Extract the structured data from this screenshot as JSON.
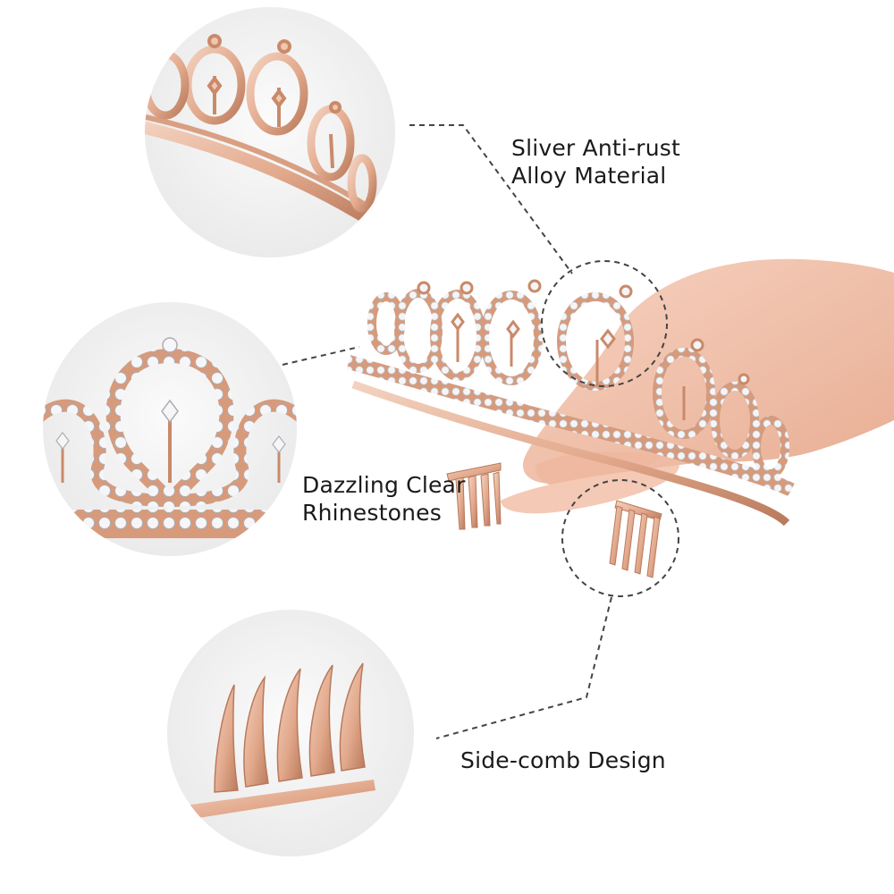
{
  "features": {
    "material": {
      "line1": "Sliver Anti-rust",
      "line2": "Alloy Material",
      "icon": "tiara-crown-closeup"
    },
    "rhinestones": {
      "line1": "Dazzling Clear",
      "line2": "Rhinestones",
      "icon": "rhinestone-arch-closeup"
    },
    "comb": {
      "line1": "Side-comb Design",
      "icon": "side-comb-closeup"
    }
  },
  "colors": {
    "rose_gold": "#e2a98c",
    "rose_gold_dark": "#b97a5c",
    "rose_gold_light": "#f3d2c0",
    "rhinestone": "#f4f4f6",
    "skin": "#f1c3ad",
    "circle_bg": "#efefef",
    "callout_line": "#444444"
  }
}
